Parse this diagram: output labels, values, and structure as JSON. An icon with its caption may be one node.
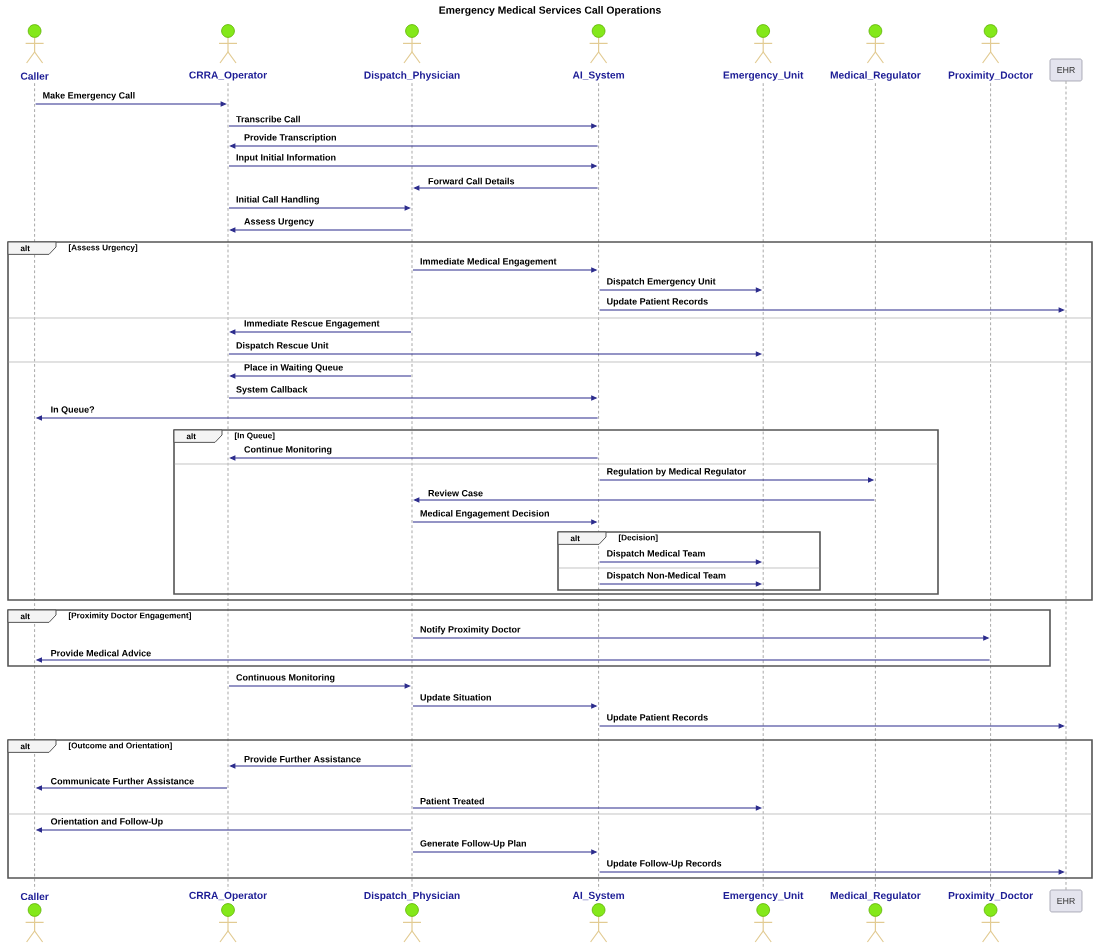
{
  "diagram": {
    "title": "Emergency Medical Services Call Operations",
    "nodes": [
      {
        "text": [
          "Caller"
        ]
      },
      {
        "text": [
          "CRRA_Operator"
        ]
      },
      {
        "text": [
          "Dispatch_Physician"
        ]
      },
      {
        "text": [
          "AI_System"
        ]
      },
      {
        "text": [
          "Emergency_Unit"
        ]
      },
      {
        "text": [
          "Medical_Regulator"
        ]
      },
      {
        "text": [
          "Proximity_Doctor"
        ]
      },
      {
        "text": [
          "EHR"
        ]
      },
      {
        "text": [],
        "shape": "line"
      },
      {
        "text": [],
        "shape": "line"
      },
      {
        "text": [],
        "shape": "line"
      },
      {
        "text": [],
        "shape": "line"
      },
      {
        "text": [],
        "shape": "line"
      },
      {
        "text": [],
        "shape": "line"
      },
      {
        "text": [],
        "shape": "line"
      },
      {
        "text": [],
        "shape": "line"
      },
      {
        "text": [
          "[Assess Urgency]"
        ]
      },
      {
        "text": [
          "alt"
        ],
        "in": 16
      },
      {
        "text": [
          "[In Queue]"
        ],
        "in": 16
      },
      {
        "text": [
          "alt"
        ],
        "in": 18
      },
      {
        "text": [
          "[Decision]"
        ],
        "in": 18
      },
      {
        "text": [
          "alt"
        ],
        "in": 20
      },
      {
        "text": [
          "[Proximity Doctor Engagement]"
        ]
      },
      {
        "text": [
          "alt"
        ],
        "in": 22
      },
      {
        "text": [
          "[Outcome and Orientation]"
        ]
      },
      {
        "text": [
          "alt"
        ],
        "in": 24
      },
      {
        "text": [
          "Caller"
        ]
      },
      {
        "text": [
          "CRRA_Operator"
        ]
      },
      {
        "text": [
          "Dispatch_Physician"
        ]
      },
      {
        "text": [
          "AI_System"
        ]
      },
      {
        "text": [
          "Emergency_Unit"
        ]
      },
      {
        "text": [
          "Medical_Regulator"
        ]
      },
      {
        "text": [
          "Proximity_Doctor"
        ]
      },
      {
        "text": [
          "EHR"
        ]
      }
    ],
    "edges": [
      {
        "from": 8,
        "to": 9,
        "arrow": "to",
        "label": "Make Emergency Call"
      },
      {
        "from": 9,
        "to": 11,
        "arrow": "to",
        "label": "Transcribe Call"
      },
      {
        "from": 11,
        "to": 9,
        "arrow": "to",
        "label": "Provide Transcription"
      },
      {
        "from": 9,
        "to": 11,
        "arrow": "to",
        "label": "Input Initial Information"
      },
      {
        "from": 11,
        "to": 10,
        "arrow": "to",
        "label": "Forward Call Details"
      },
      {
        "from": 9,
        "to": 10,
        "arrow": "to",
        "label": "Initial Call Handling"
      },
      {
        "from": 10,
        "to": 9,
        "arrow": "to",
        "label": "Assess Urgency"
      },
      {
        "from": 10,
        "to": 11,
        "arrow": "to",
        "label": "Immediate Medical Engagement"
      },
      {
        "from": 11,
        "to": 12,
        "arrow": "to",
        "label": "Dispatch Emergency Unit"
      },
      {
        "from": 11,
        "to": 15,
        "arrow": "to",
        "label": "Update Patient Records"
      },
      {
        "from": 10,
        "to": 9,
        "arrow": "to",
        "label": "Immediate Rescue Engagement"
      },
      {
        "from": 9,
        "to": 12,
        "arrow": "to",
        "label": "Dispatch Rescue Unit"
      },
      {
        "from": 10,
        "to": 9,
        "arrow": "to",
        "label": "Place in Waiting Queue"
      },
      {
        "from": 9,
        "to": 11,
        "arrow": "to",
        "label": "System Callback"
      },
      {
        "from": 11,
        "to": 8,
        "arrow": "to",
        "label": "In Queue?"
      },
      {
        "from": 11,
        "to": 9,
        "arrow": "to",
        "label": "Continue Monitoring"
      },
      {
        "from": 11,
        "to": 13,
        "arrow": "to",
        "label": "Regulation by Medical Regulator"
      },
      {
        "from": 13,
        "to": 10,
        "arrow": "to",
        "label": "Review Case"
      },
      {
        "from": 10,
        "to": 11,
        "arrow": "to",
        "label": "Medical Engagement Decision"
      },
      {
        "from": 11,
        "to": 12,
        "arrow": "to",
        "label": "Dispatch Medical Team"
      },
      {
        "from": 11,
        "to": 12,
        "arrow": "to",
        "label": "Dispatch Non-Medical Team"
      },
      {
        "from": 10,
        "to": 14,
        "arrow": "to",
        "label": "Notify Proximity Doctor"
      },
      {
        "from": 14,
        "to": 8,
        "arrow": "to",
        "label": "Provide Medical Advice"
      },
      {
        "from": 9,
        "to": 10,
        "arrow": "to",
        "label": "Continuous Monitoring"
      },
      {
        "from": 10,
        "to": 11,
        "arrow": "to",
        "label": "Update Situation"
      },
      {
        "from": 11,
        "to": 15,
        "arrow": "to",
        "label": "Update Patient Records"
      },
      {
        "from": 10,
        "to": 9,
        "arrow": "to",
        "label": "Provide Further Assistance"
      },
      {
        "from": 9,
        "to": 8,
        "arrow": "to",
        "label": "Communicate Further Assistance"
      },
      {
        "from": 10,
        "to": 12,
        "arrow": "to",
        "label": "Patient Treated"
      },
      {
        "from": 10,
        "to": 8,
        "arrow": "to",
        "label": "Orientation and Follow-Up"
      },
      {
        "from": 10,
        "to": 11,
        "arrow": "to",
        "label": "Generate Follow-Up Plan"
      },
      {
        "from": 11,
        "to": 15,
        "arrow": "to",
        "label": "Update Follow-Up Records"
      }
    ]
  }
}
